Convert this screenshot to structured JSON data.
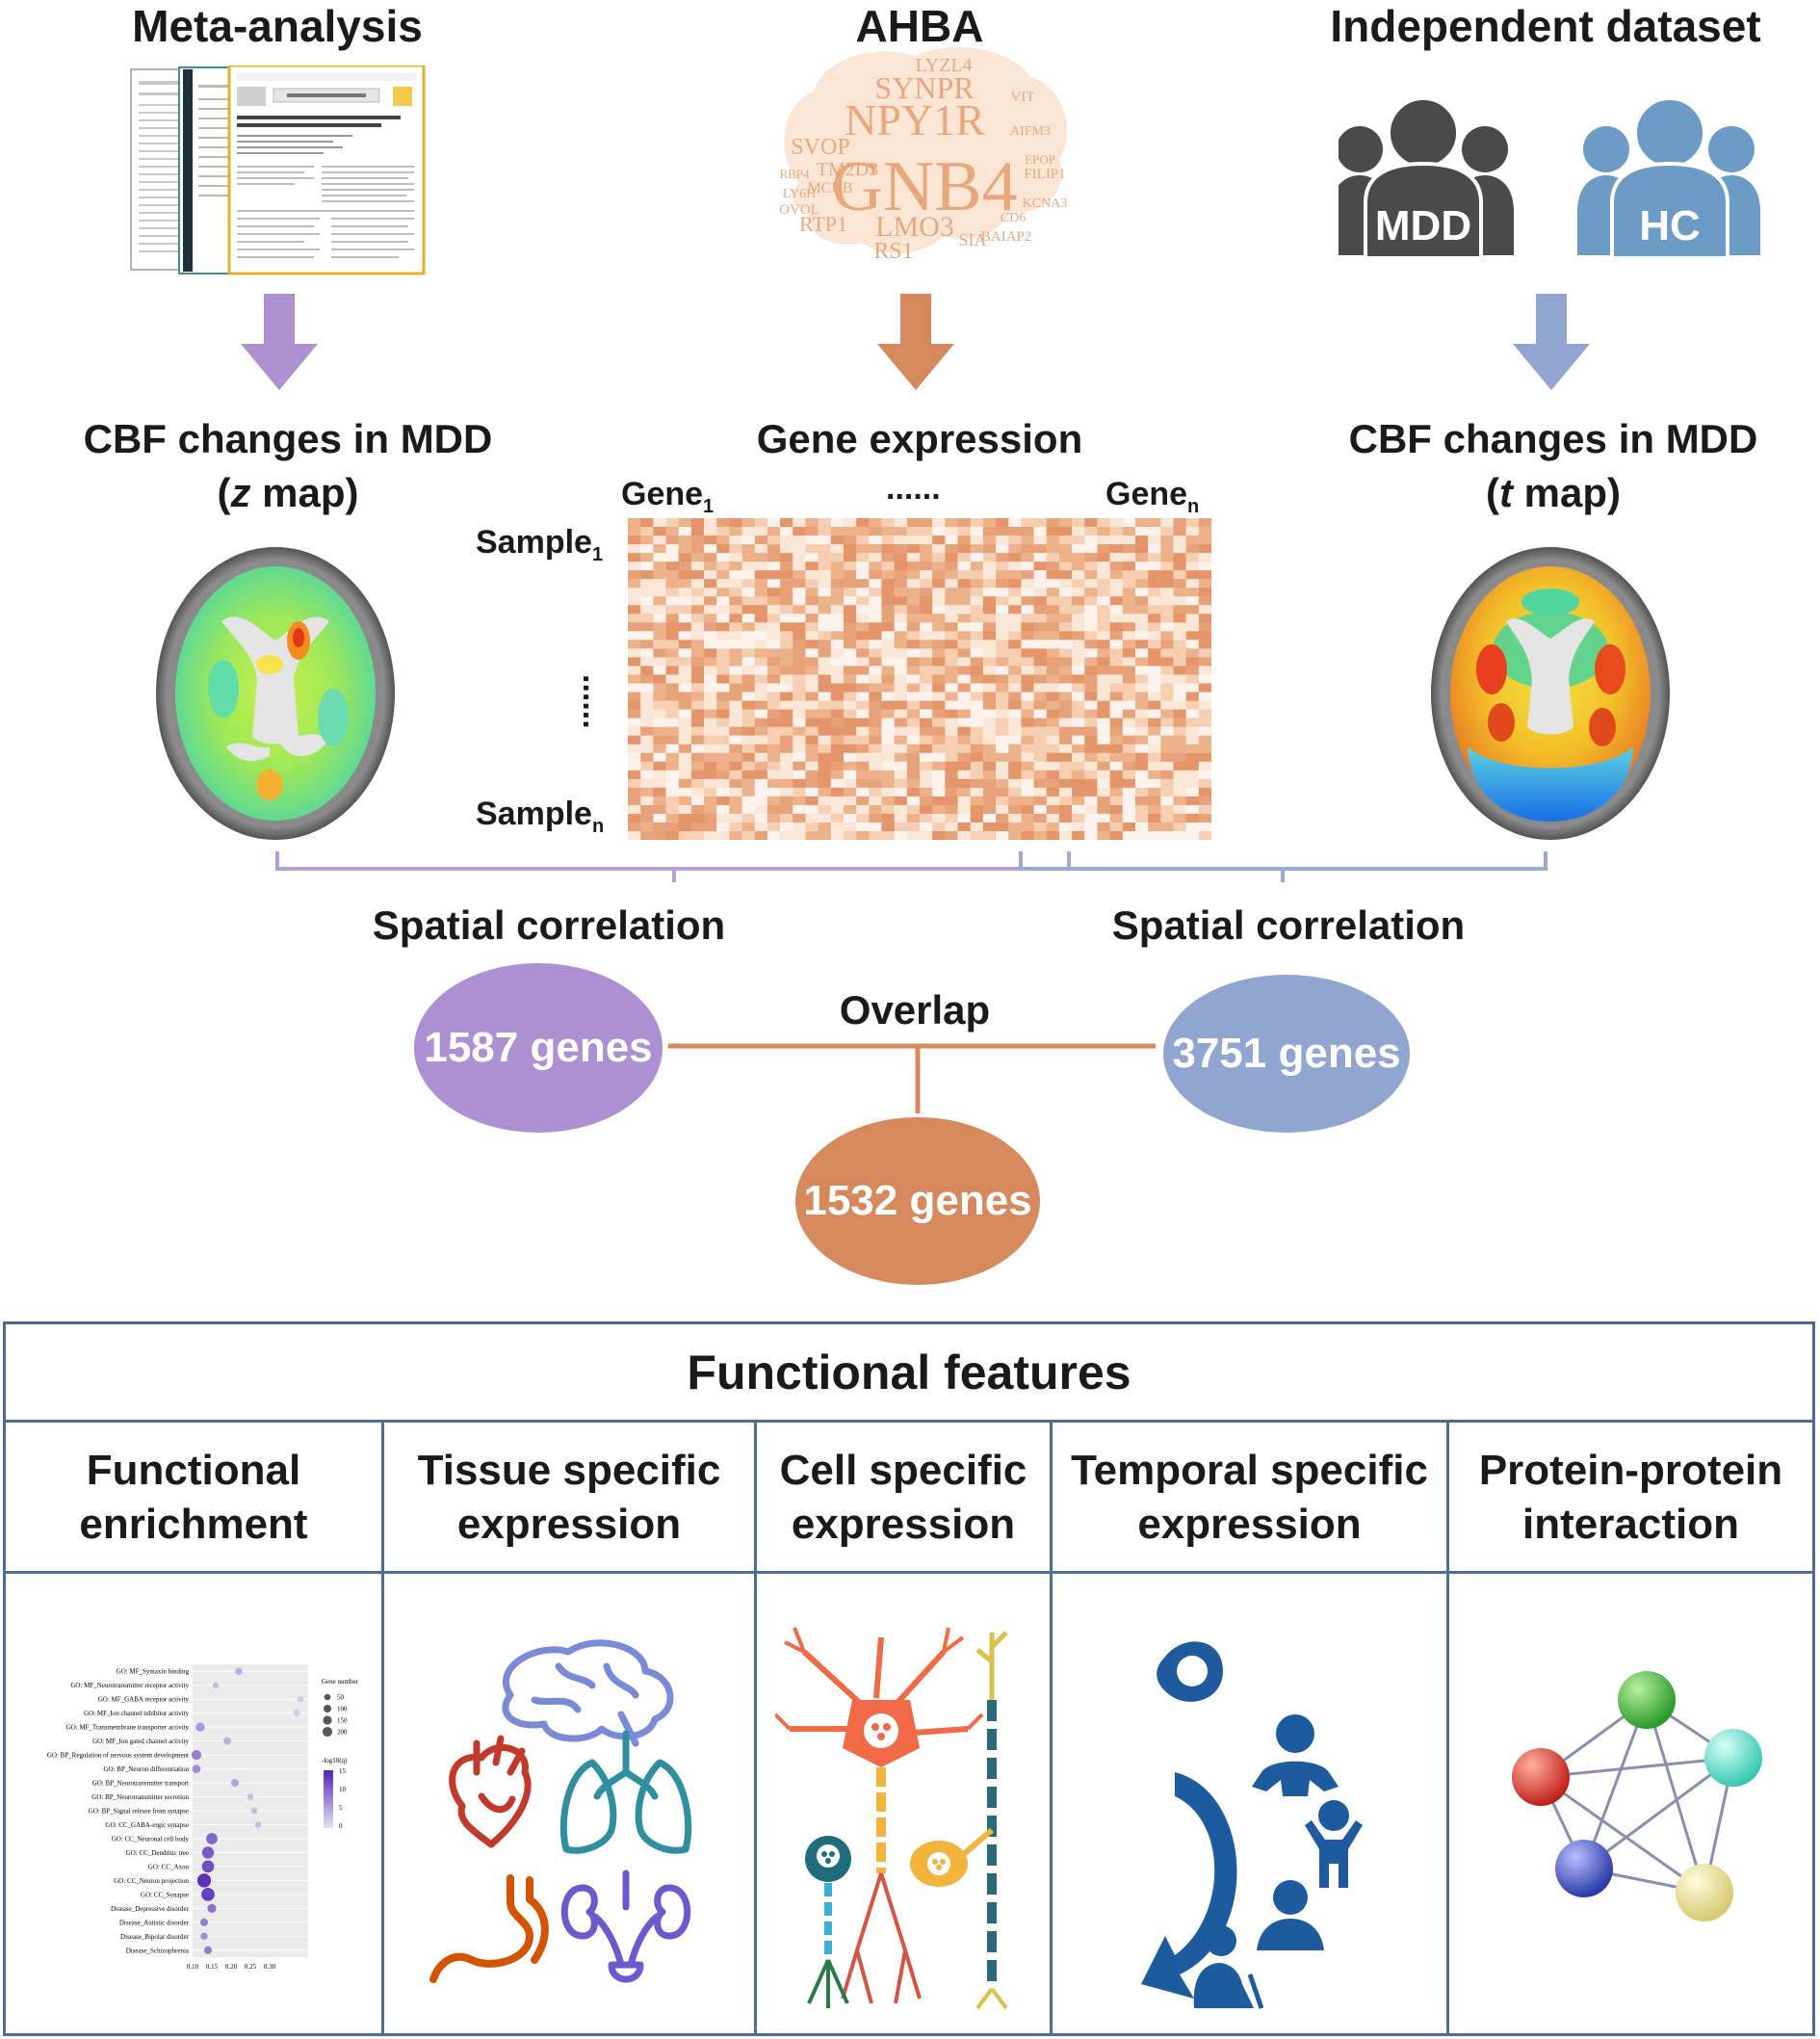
{
  "sources": {
    "meta_analysis": "Meta-analysis",
    "ahba": "AHBA",
    "independent": "Independent dataset",
    "mdd": "MDD",
    "hc": "HC"
  },
  "maps": {
    "left_title": "CBF changes in MDD",
    "left_sub_var": "z",
    "left_sub_rest": " map)",
    "center_title": "Gene expression",
    "right_title": "CBF changes in MDD",
    "right_sub_var": "t",
    "right_sub_rest": " map)"
  },
  "matrix": {
    "gene_prefix": "Gene",
    "gene_first_sub": "1",
    "gene_last_sub": "n",
    "gene_dots": "......",
    "sample_prefix": "Sample",
    "sample_first_sub": "1",
    "sample_last_sub": "n",
    "sample_dots": "......"
  },
  "wordcloud": [
    "GNB4",
    "NPY1R",
    "SYNPR",
    "LMO3",
    "LYZL4",
    "SVOP",
    "TM2D3",
    "RS1",
    "RTP1",
    "MCUB",
    "KCNA3",
    "FILIP1",
    "BAIAP2",
    "OVOL",
    "LY6H",
    "VIT",
    "AIFM3",
    "EPOP",
    "SIA",
    "CD6",
    "RBP4"
  ],
  "correlation": {
    "left_label": "Spatial correlation",
    "right_label": "Spatial correlation",
    "overlap_label": "Overlap",
    "left_genes": "1587 genes",
    "right_genes": "3751 genes",
    "overlap_genes": "1532 genes"
  },
  "features": {
    "title": "Functional features",
    "columns": [
      {
        "line1": "Functional",
        "line2": "enrichment"
      },
      {
        "line1": "Tissue specific",
        "line2": "expression"
      },
      {
        "line1": "Cell specific",
        "line2": "expression"
      },
      {
        "line1": "Temporal specific",
        "line2": "expression"
      },
      {
        "line1": "Protein-protein",
        "line2": "interaction"
      }
    ]
  },
  "enrichment_plot": {
    "terms": [
      "GO: MF_Syntaxin binding",
      "GO: MF_Neurotransmitter receptor activity",
      "GO: MF_GABA receptor activity",
      "GO: MF_Ion channel inhibitor activity",
      "GO: MF_Transmembrane transporter activity",
      "GO: MF_Ion gated channel activity",
      "GO: BP_Regulation of nervous system development",
      "GO: BP_Neuron differentiation",
      "GO: BP_Neurotransmitter transport",
      "GO: BP_Neurotransmitter secretion",
      "GO: BP_Signal release from synapse",
      "GO: CC_GABA-ergic synapse",
      "GO: CC_Neuronal cell body",
      "GO: CC_Dendritic tree",
      "GO: CC_Axon",
      "GO: CC_Neuron projection",
      "GO: CC_Synapse",
      "Disease_Depressive disorder",
      "Disease_Autistic disorder",
      "Disease_Bipolar disorder",
      "Disease_Schizophrenia"
    ],
    "x": [
      0.22,
      0.16,
      0.38,
      0.37,
      0.12,
      0.19,
      0.11,
      0.11,
      0.21,
      0.25,
      0.26,
      0.27,
      0.15,
      0.14,
      0.14,
      0.13,
      0.14,
      0.15,
      0.13,
      0.13,
      0.14
    ],
    "size": [
      30,
      20,
      20,
      20,
      60,
      40,
      80,
      50,
      40,
      20,
      20,
      20,
      120,
      140,
      150,
      200,
      180,
      60,
      40,
      30,
      40
    ],
    "color": [
      4,
      3,
      2,
      2,
      6,
      4,
      8,
      7,
      5,
      3,
      3,
      3,
      10,
      11,
      12,
      14,
      13,
      9,
      8,
      7,
      8
    ],
    "xticks": [
      "0.10",
      "0.15",
      "0.20",
      "0.25",
      "0.30"
    ],
    "size_legend_title": "Gene number",
    "size_legend": [
      "50",
      "100",
      "150",
      "200"
    ],
    "color_legend_title": "-log10(q)",
    "color_legend": [
      "15",
      "10",
      "5",
      "0"
    ]
  }
}
